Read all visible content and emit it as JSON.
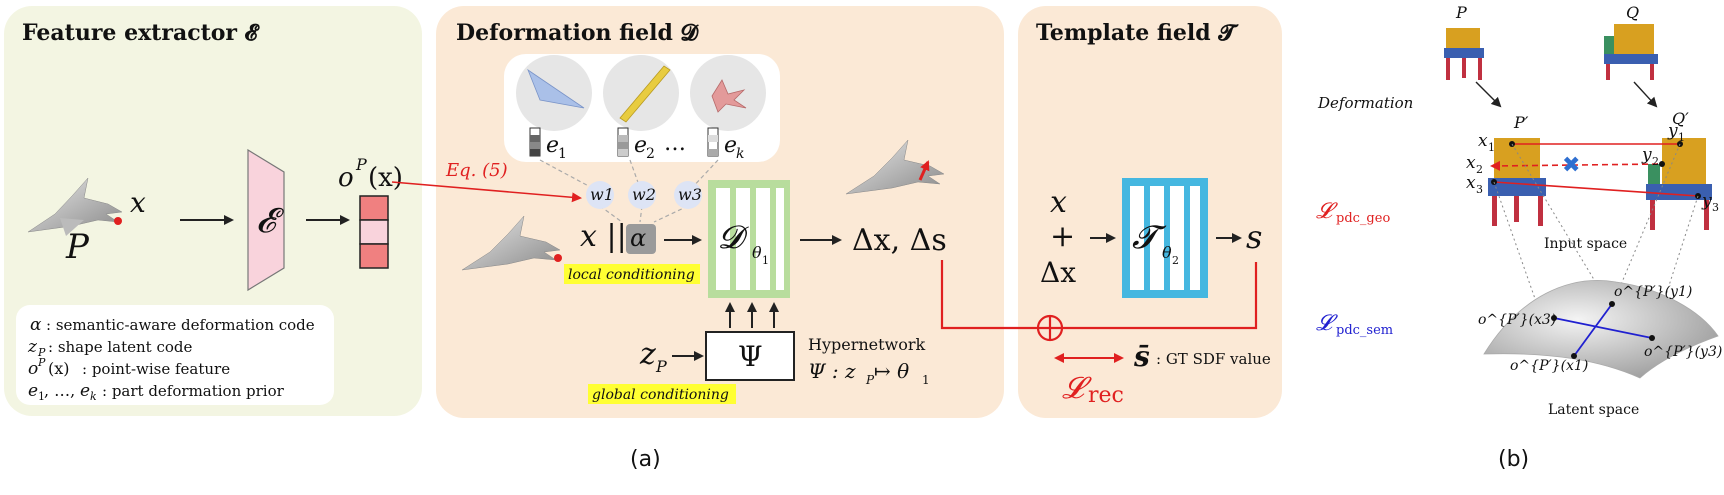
{
  "panel_a": {
    "feature_extractor": {
      "title": "Feature extractor 𝓔",
      "input_x": "x",
      "input_p": "P",
      "encoder": "𝓔",
      "output": "o",
      "output_sup": "P",
      "output_arg": "(x)",
      "legend": [
        {
          "sym": "α",
          "text": ": semantic-aware deformation code"
        },
        {
          "sym": "z",
          "sub": "P",
          "text": ": shape latent code"
        },
        {
          "sym": "o",
          "sup": "P",
          "arg": "(x)",
          "text": ": point-wise feature"
        },
        {
          "sym": "e",
          "sub": "1",
          "mid": ", …, ",
          "sym2": "e",
          "sub2": "k",
          "text": ": part deformation prior"
        }
      ]
    },
    "deformation_field": {
      "title": "Deformation field 𝓓",
      "priors": [
        "e1",
        "e2",
        "ek"
      ],
      "dots": "…",
      "weights": [
        "w1",
        "w2",
        "w3"
      ],
      "eq_label": "Eq. (5)",
      "concat_x": "x ||",
      "alpha": "α",
      "local_conditioning": "local conditioning",
      "D": "𝓓",
      "D_sub": "θ",
      "D_subsub": "1",
      "output": "Δx, Δs",
      "z": "z",
      "z_sub": "P",
      "psi": "Ψ",
      "hypernetwork": "Hypernetwork",
      "hyper_map": "Ψ : z",
      "hyper_map_sub": "P",
      "hyper_map_rest": " ↦ θ",
      "hyper_map_sub2": "1",
      "global_conditioning": "global conditioning"
    },
    "template_field": {
      "title": "Template field 𝓣",
      "x": "x",
      "plus": "+",
      "dx": "Δx",
      "T": "𝓣",
      "T_sub": "θ",
      "T_subsub": "2",
      "s": "s",
      "sbar": "s̄",
      "gt": ": GT SDF value",
      "loss": "𝓛",
      "loss_sub": "rec",
      "oplus": "⊕"
    },
    "caption": "(a)"
  },
  "panel_b": {
    "p_label": "P",
    "q_label": "Q",
    "deformation": "Deformation",
    "p_prime": "P′",
    "q_prime": "Q′",
    "x_labels": [
      "x1",
      "x2",
      "x3"
    ],
    "y_labels": [
      "y1",
      "y2",
      "y3"
    ],
    "loss_geo": "𝓛",
    "loss_geo_sub": "pdc_geo",
    "loss_sem": "𝓛",
    "loss_sem_sub": "pdc_sem",
    "input_space": "Input space",
    "latent_space": "Latent space",
    "latent_points": [
      "o^{P′}(x3)",
      "o^{P′}(y1)",
      "o^{P′}(x1)",
      "o^{P′}(y3)"
    ],
    "caption": "(b)"
  },
  "colors": {
    "feature_bg": "#f3f5e2",
    "deform_bg": "#fbe9d6",
    "template_bg": "#fbe9d6",
    "encoder_fill": "#f9d3dc",
    "mlp_green": "#b8dd9d",
    "mlp_blue": "#45b7e0",
    "red": "#e02020",
    "blue": "#2020d0",
    "highlight": "#ffff33"
  }
}
